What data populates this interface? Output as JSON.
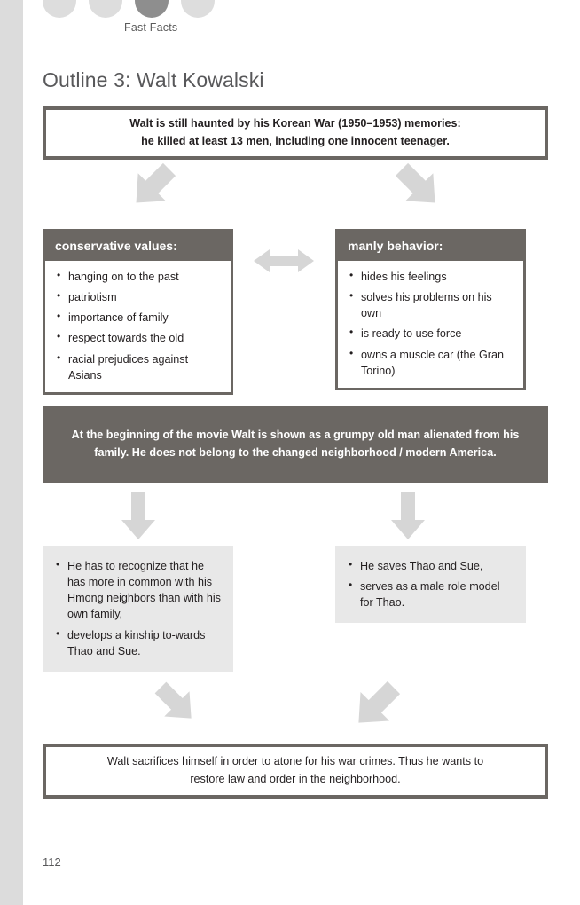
{
  "chapter_nav": {
    "label": "Fast Facts",
    "dots": [
      {
        "state": "inactive"
      },
      {
        "state": "inactive"
      },
      {
        "state": "active"
      },
      {
        "state": "inactive"
      }
    ],
    "active_color": "#8e8e8e",
    "inactive_color": "#dddddd"
  },
  "page_title": "Outline 3: Walt Kowalski",
  "headline_box": {
    "line1": "Walt is still haunted by his Korean War (1950–1953) memories:",
    "line2": "he killed at least 13 men, including one innocent teenager."
  },
  "panels": [
    {
      "title": "conservative values:",
      "items": [
        "hanging on to the past",
        "patriotism",
        "importance of family",
        "respect towards the old",
        "racial prejudices against Asians"
      ]
    },
    {
      "title": "manly behavior:",
      "items": [
        "hides his feelings",
        "solves his problems on his own",
        "is ready to use force",
        "owns a muscle car (the Gran Torino)"
      ]
    }
  ],
  "narrative_box": {
    "text": "At the beginning of the movie Walt is shown as a grumpy old man alienated from his family. He does not belong to the changed neighborhood / modern America."
  },
  "outcomes": [
    {
      "items": [
        "He has to recognize that he has more in common with his Hmong neighbors than with his own family,",
        "develops a kinship to-wards Thao and Sue."
      ]
    },
    {
      "items": [
        "He saves Thao and Sue,",
        "serves as a male role model for Thao."
      ]
    }
  ],
  "conclusion_box": {
    "line1": "Walt sacrifices himself in order to atone for his war crimes. Thus he wants to",
    "line2": "restore law and order in the neighborhood."
  },
  "page_number": "112",
  "colors": {
    "frame_dark": "#6b6763",
    "arrow_gray": "#d6d6d6",
    "panel_body": "#ffffff",
    "outcome_bg": "#e8e8e8",
    "left_strip": "#dcdcdc",
    "title_text": "#58585a"
  },
  "arrows": [
    {
      "name": "arrow-headline-to-conservative",
      "direction": "down-left"
    },
    {
      "name": "arrow-headline-to-manly",
      "direction": "down-right"
    },
    {
      "name": "arrow-between-panels",
      "direction": "double-horizontal"
    },
    {
      "name": "arrow-narrative-to-outcome-left",
      "direction": "down"
    },
    {
      "name": "arrow-narrative-to-outcome-right",
      "direction": "down"
    },
    {
      "name": "arrow-outcome-left-to-conclusion",
      "direction": "down-right"
    },
    {
      "name": "arrow-outcome-right-to-conclusion",
      "direction": "down-left"
    }
  ]
}
